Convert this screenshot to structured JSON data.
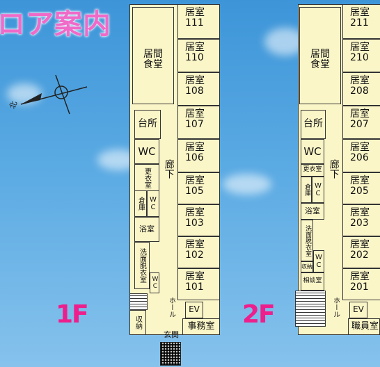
{
  "title": "ロア案内",
  "compass_label": "北",
  "floor1": {
    "label": "1F",
    "living_dining": "居間\n食堂",
    "rooms": [
      {
        "name": "居室",
        "number": "111"
      },
      {
        "name": "居室",
        "number": "110"
      },
      {
        "name": "居室",
        "number": "108"
      },
      {
        "name": "居室",
        "number": "107"
      },
      {
        "name": "居室",
        "number": "106"
      },
      {
        "name": "居室",
        "number": "105"
      },
      {
        "name": "居室",
        "number": "103"
      },
      {
        "name": "居室",
        "number": "102"
      },
      {
        "name": "居室",
        "number": "101"
      }
    ],
    "kitchen": "台所",
    "wc": "WC",
    "corridor": "廊下",
    "changing_room": "更衣室",
    "storage": "倉庫",
    "small_wc": "WC",
    "bathroom": "浴室",
    "washroom": "洗面脱衣室",
    "small_wc2": "WC",
    "hall": "ホール",
    "closet": "収納",
    "elevator": "EV",
    "office": "事務室",
    "entrance": "玄関"
  },
  "floor2": {
    "label": "2F",
    "living_dining": "居間\n食堂",
    "rooms": [
      {
        "name": "居室",
        "number": "211"
      },
      {
        "name": "居室",
        "number": "210"
      },
      {
        "name": "居室",
        "number": "208"
      },
      {
        "name": "居室",
        "number": "207"
      },
      {
        "name": "居室",
        "number": "206"
      },
      {
        "name": "居室",
        "number": "205"
      },
      {
        "name": "居室",
        "number": "203"
      },
      {
        "name": "居室",
        "number": "202"
      },
      {
        "name": "居室",
        "number": "201"
      }
    ],
    "kitchen": "台所",
    "wc": "WC",
    "corridor": "廊下",
    "changing_room": "更衣室",
    "storage": "倉庫",
    "small_wc": "WC",
    "bathroom": "浴室",
    "washroom": "洗面脱衣室",
    "storage2": "収納",
    "small_wc2": "WC",
    "consult_room": "相談室",
    "hall": "ホール",
    "elevator": "EV",
    "staff_room": "職員室"
  }
}
